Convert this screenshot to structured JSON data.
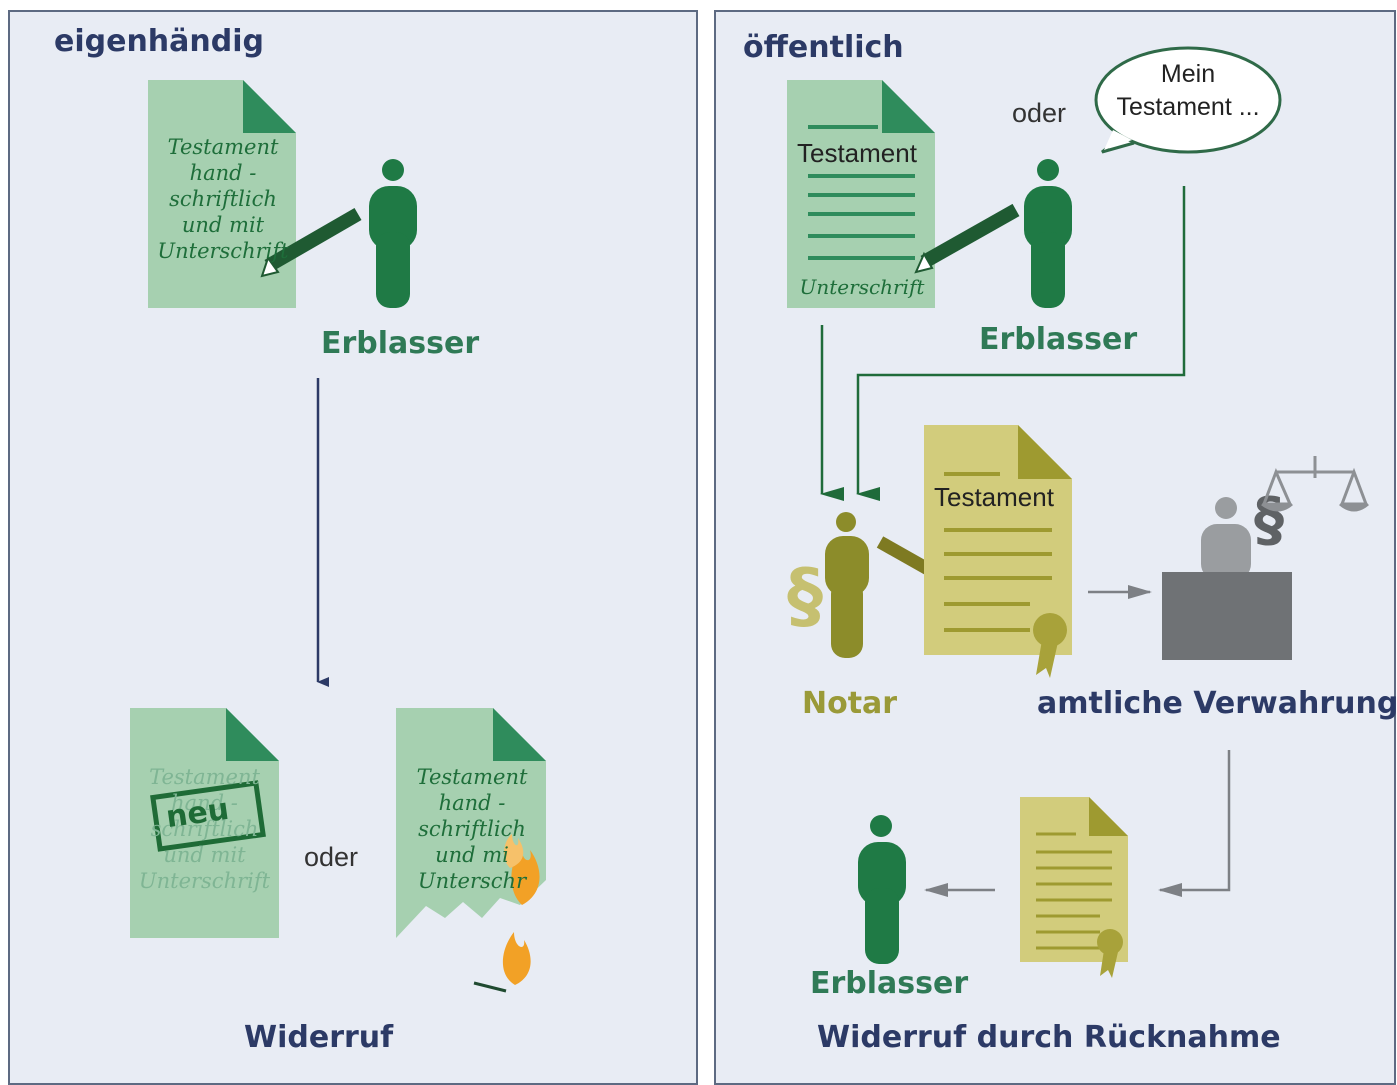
{
  "left": {
    "title": "eigenhändig",
    "doc_text": "Testament\nhand -\nschriftlich\nund mit\nUnterschrift",
    "person_label": "Erblasser",
    "new_doc_text": "Testament\nhand -\nschriftlich\nund mit\nUnterschrift",
    "stamp": "neu",
    "oder": "oder",
    "burned_doc_text": "Testament\nhand -\nschriftlich\nund mi\nUnterschr",
    "bottom_label": "Widerruf"
  },
  "right": {
    "title": "öffentlich",
    "doc_head": "Testament",
    "doc_signature": "Unterschrift",
    "oder": "oder",
    "speech_bubble": "Mein\nTestament ...",
    "person_label": "Erblasser",
    "notary_doc_head": "Testament",
    "notary_label": "Notar",
    "custody_label": "amtliche Verwahrung",
    "return_person_label": "Erblasser",
    "bottom_label": "Widerruf durch Rücknahme"
  },
  "colors": {
    "panel_bg": "#e8ecf4",
    "navy": "#2c3a66",
    "green_person": "#1f7a45",
    "green_doc": "#a6d0b0",
    "olive": "#8c8c2a",
    "olive_doc": "#d2cc7c",
    "gray": "#6f7275",
    "flame": "#f2a126"
  }
}
